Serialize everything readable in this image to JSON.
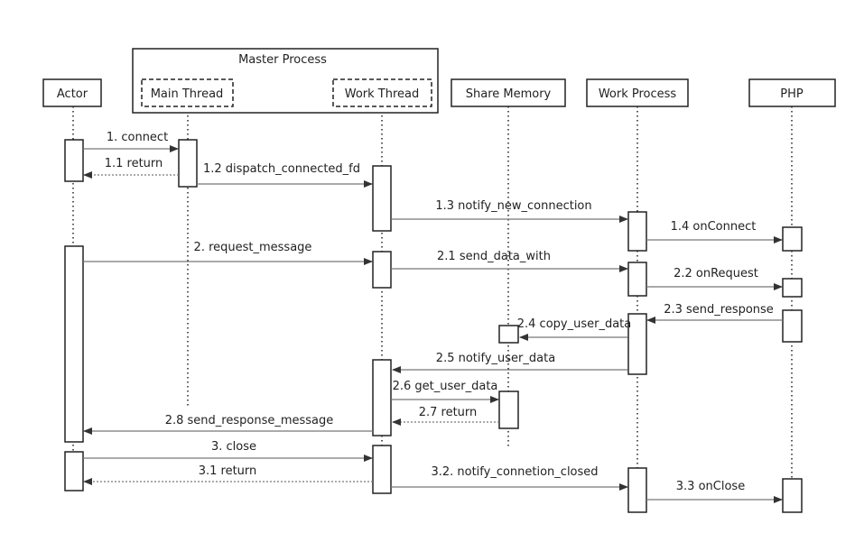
{
  "diagram": {
    "container_label": "Master Process",
    "participants": {
      "actor": "Actor",
      "main_thread": "Main Thread",
      "work_thread": "Work Thread",
      "share_memory": "Share Memory",
      "work_process": "Work Process",
      "php": "PHP"
    },
    "messages": [
      {
        "id": "m1",
        "label": "1. connect"
      },
      {
        "id": "m1_1",
        "label": "1.1 return"
      },
      {
        "id": "m1_2",
        "label": "1.2 dispatch_connected_fd"
      },
      {
        "id": "m1_3",
        "label": "1.3 notify_new_connection"
      },
      {
        "id": "m1_4",
        "label": "1.4 onConnect"
      },
      {
        "id": "m2",
        "label": "2. request_message"
      },
      {
        "id": "m2_1",
        "label": "2.1 send_data_with"
      },
      {
        "id": "m2_2",
        "label": "2.2 onRequest"
      },
      {
        "id": "m2_3",
        "label": "2.3 send_response"
      },
      {
        "id": "m2_4",
        "label": "2.4 copy_user_data"
      },
      {
        "id": "m2_5",
        "label": "2.5 notify_user_data"
      },
      {
        "id": "m2_6",
        "label": "2.6 get_user_data"
      },
      {
        "id": "m2_7",
        "label": "2.7 return"
      },
      {
        "id": "m2_8",
        "label": "2.8 send_response_message"
      },
      {
        "id": "m3",
        "label": "3. close"
      },
      {
        "id": "m3_1",
        "label": "3.1 return"
      },
      {
        "id": "m3_2",
        "label": "3.2. notify_connetion_closed"
      },
      {
        "id": "m3_3",
        "label": "3.3 onClose"
      }
    ]
  }
}
